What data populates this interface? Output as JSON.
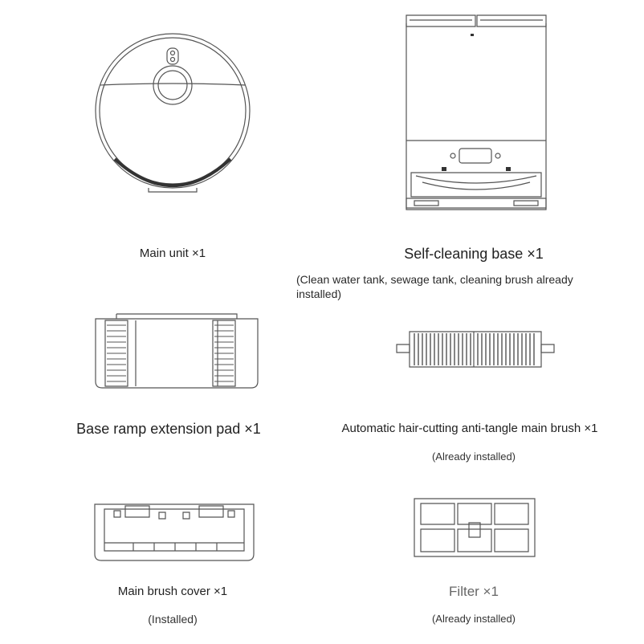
{
  "items": {
    "main_unit": {
      "label": "Main unit ×1"
    },
    "base": {
      "label": "Self-cleaning base ×1",
      "note": "(Clean water tank, sewage tank, cleaning brush already installed)"
    },
    "ramp": {
      "label": "Base ramp extension pad ×1"
    },
    "brush": {
      "label": "Automatic hair-cutting anti-tangle main brush ×1",
      "note": "(Already installed)"
    },
    "cover": {
      "label": "Main brush cover ×1",
      "note": "(Installed)"
    },
    "filter": {
      "label": "Filter ×1",
      "note": "(Already installed)"
    }
  },
  "colors": {
    "line": "#555555",
    "dark": "#333333",
    "text": "#222222"
  },
  "icons": [
    "robot-vacuum-icon",
    "cleaning-base-icon",
    "ramp-pad-icon",
    "main-brush-icon",
    "brush-cover-icon",
    "filter-icon"
  ]
}
